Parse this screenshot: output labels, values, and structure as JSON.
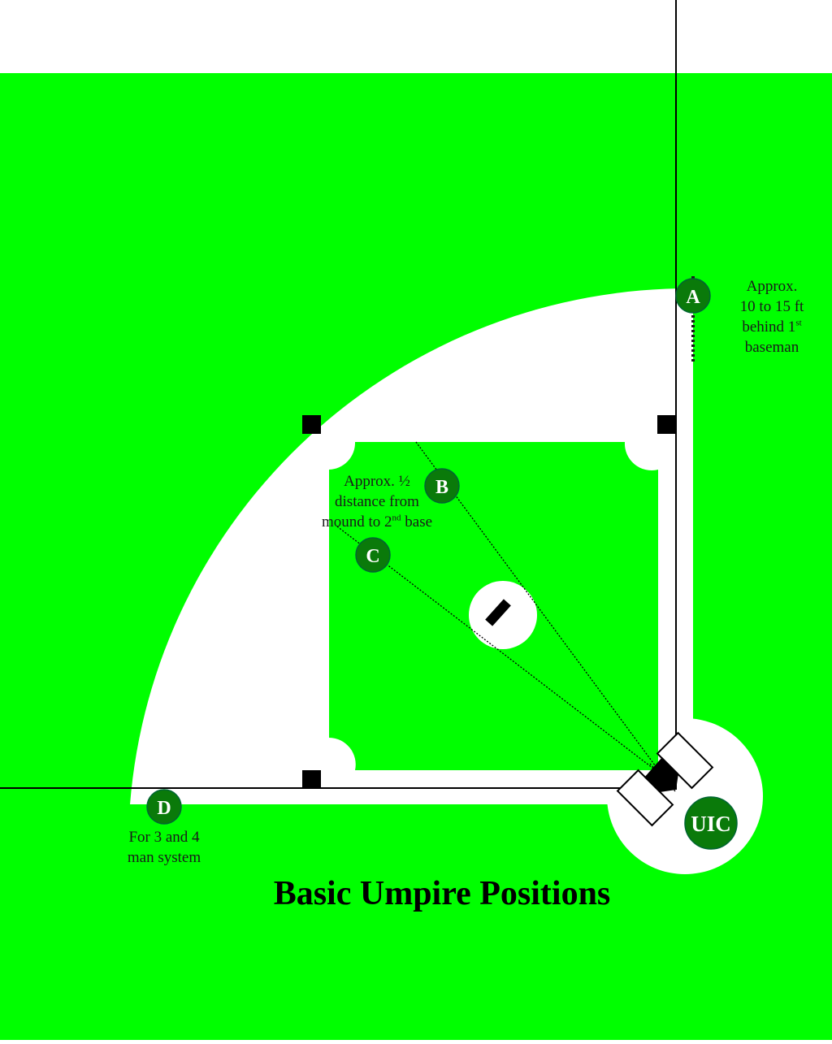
{
  "title": "Basic Umpire Positions",
  "colors": {
    "grass": "#00ff00",
    "dirt": "#ffffff",
    "umpire_fill": "#0a7a0a",
    "base": "#000000"
  },
  "umpires": {
    "A": "A",
    "B": "B",
    "C": "C",
    "D": "D",
    "UIC": "UIC"
  },
  "notes": {
    "a": {
      "line1": "Approx.",
      "line2": "10 to 15 ft",
      "line3_pre": "behind 1",
      "line3_sup": "st",
      "line4": "baseman"
    },
    "bc": {
      "line1": "Approx. ½",
      "line2": "distance from",
      "line3_pre": "mound to 2",
      "line3_sup": "nd",
      "line3_post": " base"
    },
    "d": {
      "line1": "For 3 and 4",
      "line2": "man system"
    }
  }
}
